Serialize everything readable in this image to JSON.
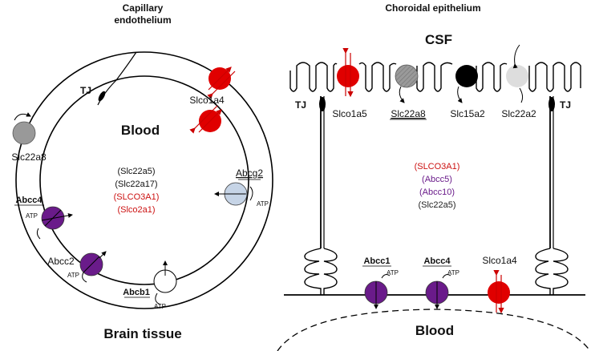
{
  "left_panel": {
    "title_line1": "Capillary",
    "title_line2": "endothelium",
    "center_label": "Blood",
    "bottom_label": "Brain tissue",
    "tj_label": "TJ",
    "center_list": [
      {
        "text": "(Slc22a5)",
        "color": "#222222"
      },
      {
        "text": "(Slc22a17)",
        "color": "#222222"
      },
      {
        "text": "(SLCO3A1)",
        "color": "#cc1111"
      },
      {
        "text": "(Slco2a1)",
        "color": "#cc1111"
      }
    ],
    "transporters": {
      "slco1a4": "Slco1a4",
      "slc22a8": "Slc22a8",
      "abcg2": "Abcg2",
      "abcc4": "Abcc4",
      "abcc2": "Abcc2",
      "abcb1": "Abcb1"
    },
    "atp": "ATP"
  },
  "right_panel": {
    "title": "Choroidal epithelium",
    "csf_label": "CSF",
    "blood_label": "Blood",
    "tj_left": "TJ",
    "tj_right": "TJ",
    "apical_transporters": [
      "Slco1a5",
      "Slc22a8",
      "Slc15a2",
      "Slc22a2"
    ],
    "center_list": [
      {
        "text": "(SLCO3A1)",
        "color": "#cc1111"
      },
      {
        "text": "(Abcc5)",
        "color": "#6a1b8a"
      },
      {
        "text": "(Abcc10)",
        "color": "#6a1b8a"
      },
      {
        "text": "(Slc22a5)",
        "color": "#222222"
      }
    ],
    "basal_transporters": {
      "abcc1": "Abcc1",
      "abcc4": "Abcc4",
      "slco1a4": "Slco1a4"
    },
    "atp": "ATP"
  },
  "colors": {
    "red": "#e00000",
    "purple": "#6a1b8a",
    "grey": "#999999",
    "light_grey": "#d9d9d9",
    "blue_grey": "#c6d4e6",
    "black": "#000000"
  }
}
